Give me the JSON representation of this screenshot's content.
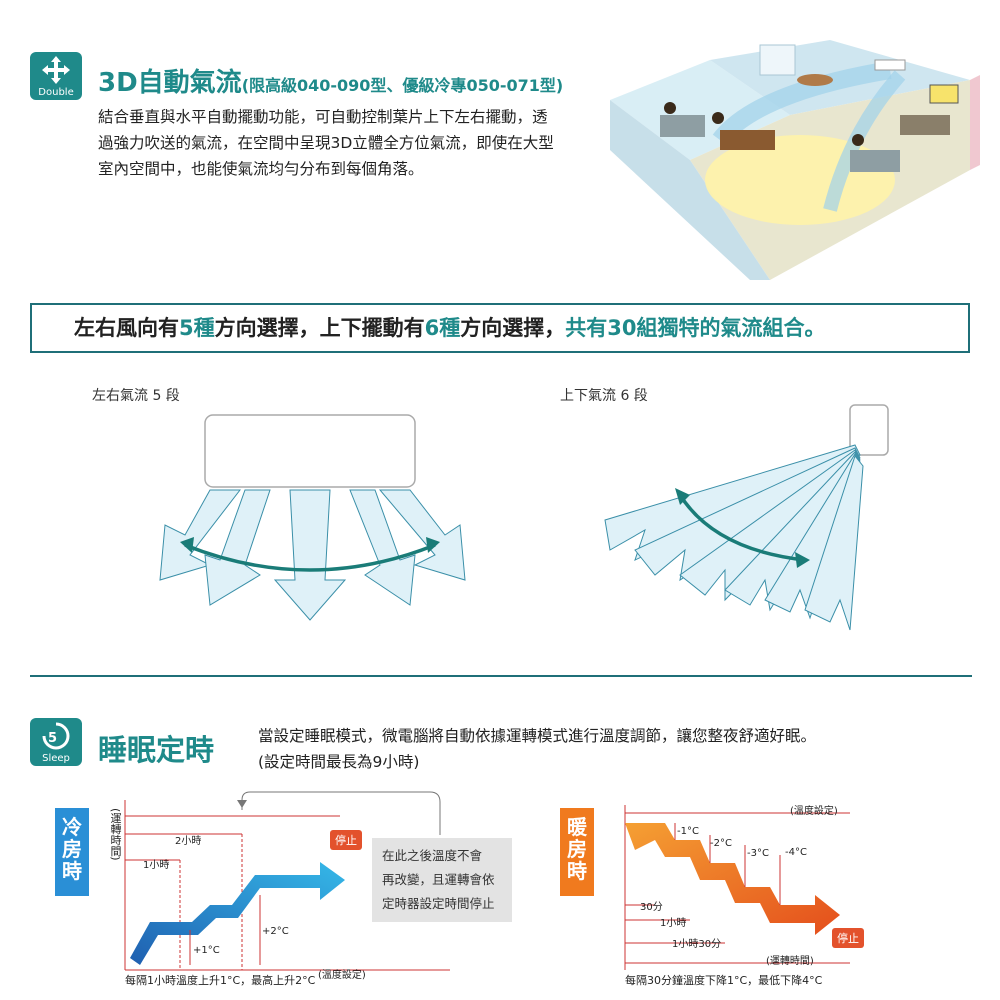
{
  "section1": {
    "icon_label": "Double",
    "title": "3D自動氣流",
    "title_note": "(限高級040-090型、優級冷專050-071型)",
    "desc_lines": [
      "結合垂直與水平自動擺動功能，可自動控制葉片上下左右擺動，透",
      "過強力吹送的氣流，在空間中呈現3D立體全方位氣流，即使在大型",
      "室內空間中，也能使氣流均勻分布到每個角落。"
    ]
  },
  "banner": {
    "p1": "左右風向有",
    "n1": "5種",
    "p2": "方向選擇，上下擺動有",
    "n2": "6種",
    "p3": "方向選擇，",
    "p4": "共有30組獨特的氣流組合。"
  },
  "airflow": {
    "left_caption": "左右氣流 5 段",
    "right_caption": "上下氣流 6 段"
  },
  "section2": {
    "icon_label": "Sleep",
    "title": "睡眠定時",
    "desc_line1": "當設定睡眠模式，微電腦將自動依據運轉模式進行溫度調節，讓您整夜舒適好眠。",
    "desc_line2": "(設定時間最長為9小時)"
  },
  "cooling": {
    "tag": "冷房時",
    "axis": "(運轉時間)",
    "t2h": "2小時",
    "t1h": "1小時",
    "stop": "停止",
    "plus1": "+1°C",
    "plus2": "+2°C",
    "footer": "每隔1小時溫度上升1°C，最高上升2°C",
    "temp_set": "(溫度設定)",
    "note_lines": [
      "在此之後溫度不會",
      "再改變，且運轉會依",
      "定時器設定時間停止"
    ]
  },
  "heating": {
    "tag": "暖房時",
    "temp_set": "(溫度設定)",
    "m1": "-1°C",
    "m2": "-2°C",
    "m3": "-3°C",
    "m4": "-4°C",
    "t30": "30分",
    "t1h": "1小時",
    "t90": "1小時30分",
    "run_time": "(運轉時間)",
    "stop": "停止",
    "footer": "每隔30分鐘溫度下降1°C，最低下降4°C"
  },
  "colors": {
    "teal": "#1f8a8a",
    "blue": "#2a8fd6",
    "orange": "#f07a1e",
    "stop_red": "#e3522c"
  }
}
